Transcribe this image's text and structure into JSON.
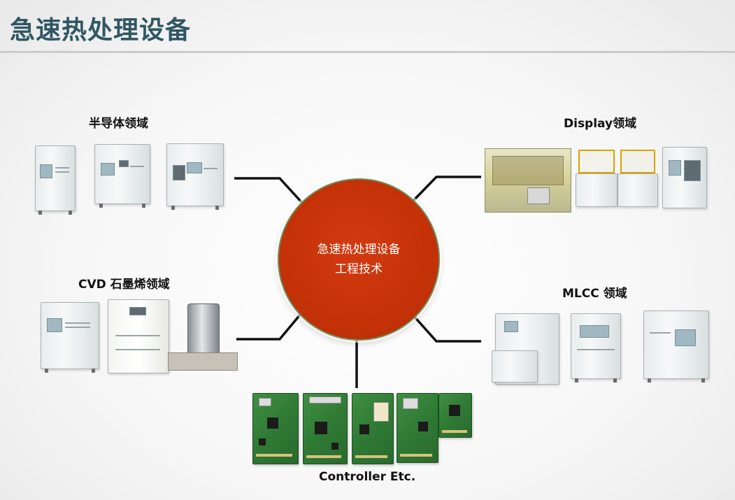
{
  "title": "急速热处理设备",
  "hub": {
    "line1": "急速热处理设备",
    "line2": "工程技术"
  },
  "labels": {
    "semiconductor": "半导体领域",
    "display": "Display领域",
    "cvd": "CVD 石墨烯领域",
    "mlcc": "MLCC 领域",
    "controller": "Controller Etc."
  },
  "colors": {
    "title": "#2f5763",
    "hub": "#c53208",
    "connector": "#111111"
  }
}
